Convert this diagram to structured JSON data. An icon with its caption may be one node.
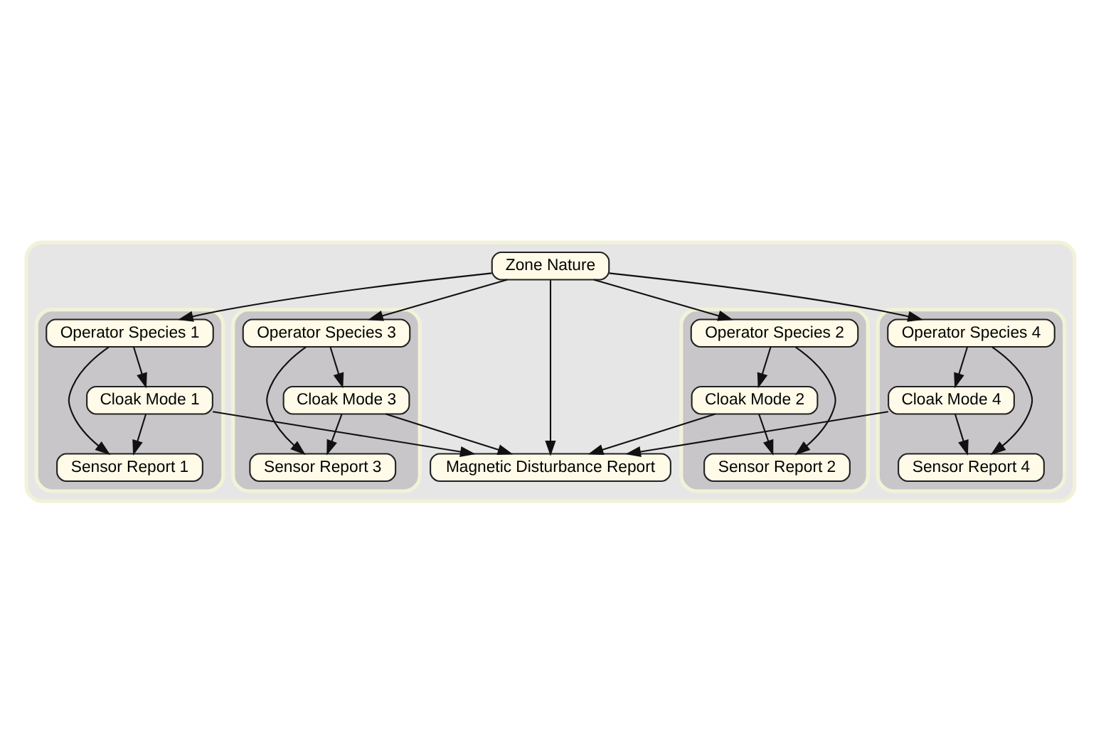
{
  "diagram": {
    "nodes": [
      {
        "text": [],
        "shape": "box"
      },
      {
        "text": [],
        "shape": "box",
        "in": 0
      },
      {
        "text": [
          "Operator Species 1"
        ],
        "in": 1
      },
      {
        "text": [
          "Cloak Mode 1"
        ],
        "in": 1
      },
      {
        "text": [
          "Sensor Report 1"
        ],
        "in": 1
      },
      {
        "text": [
          "Zone Nature"
        ],
        "in": 0
      },
      {
        "text": [],
        "shape": "box",
        "in": 0
      },
      {
        "text": [
          "Operator Species 3"
        ],
        "in": 6
      },
      {
        "text": [
          "Cloak Mode 3"
        ],
        "in": 6
      },
      {
        "text": [
          "Sensor Report 3"
        ],
        "in": 6
      },
      {
        "text": [
          "Magnetic Disturbance Report"
        ],
        "in": 0
      },
      {
        "text": [],
        "shape": "box",
        "in": 0
      },
      {
        "text": [
          "Operator Species 2"
        ],
        "in": 11
      },
      {
        "text": [
          "Cloak Mode 2"
        ],
        "in": 11
      },
      {
        "text": [
          "Sensor Report 2"
        ],
        "in": 11
      },
      {
        "text": [],
        "shape": "box",
        "in": 0
      },
      {
        "text": [
          "Operator Species 4"
        ],
        "in": 15
      },
      {
        "text": [
          "Cloak Mode 4"
        ],
        "in": 15
      },
      {
        "text": [
          "Sensor Report 4"
        ],
        "in": 15
      }
    ],
    "edges": [
      {
        "from": 5,
        "to": 2,
        "arrow": "to"
      },
      {
        "from": 5,
        "to": 7,
        "arrow": "to"
      },
      {
        "from": 5,
        "to": 10,
        "arrow": "to"
      },
      {
        "from": 5,
        "to": 12,
        "arrow": "to"
      },
      {
        "from": 5,
        "to": 16,
        "arrow": "to"
      },
      {
        "from": 2,
        "to": 3,
        "arrow": "to"
      },
      {
        "from": 2,
        "to": 4,
        "arrow": "to"
      },
      {
        "from": 3,
        "to": 4,
        "arrow": "to"
      },
      {
        "from": 3,
        "to": 10,
        "arrow": "to"
      },
      {
        "from": 7,
        "to": 8,
        "arrow": "to"
      },
      {
        "from": 7,
        "to": 9,
        "arrow": "to"
      },
      {
        "from": 8,
        "to": 9,
        "arrow": "to"
      },
      {
        "from": 8,
        "to": 10,
        "arrow": "to"
      },
      {
        "from": 12,
        "to": 13,
        "arrow": "to"
      },
      {
        "from": 12,
        "to": 14,
        "arrow": "to"
      },
      {
        "from": 13,
        "to": 14,
        "arrow": "to"
      },
      {
        "from": 13,
        "to": 10,
        "arrow": "to"
      },
      {
        "from": 16,
        "to": 17,
        "arrow": "to"
      },
      {
        "from": 16,
        "to": 18,
        "arrow": "to"
      },
      {
        "from": 17,
        "to": 18,
        "arrow": "to"
      },
      {
        "from": 17,
        "to": 10,
        "arrow": "to"
      }
    ]
  }
}
